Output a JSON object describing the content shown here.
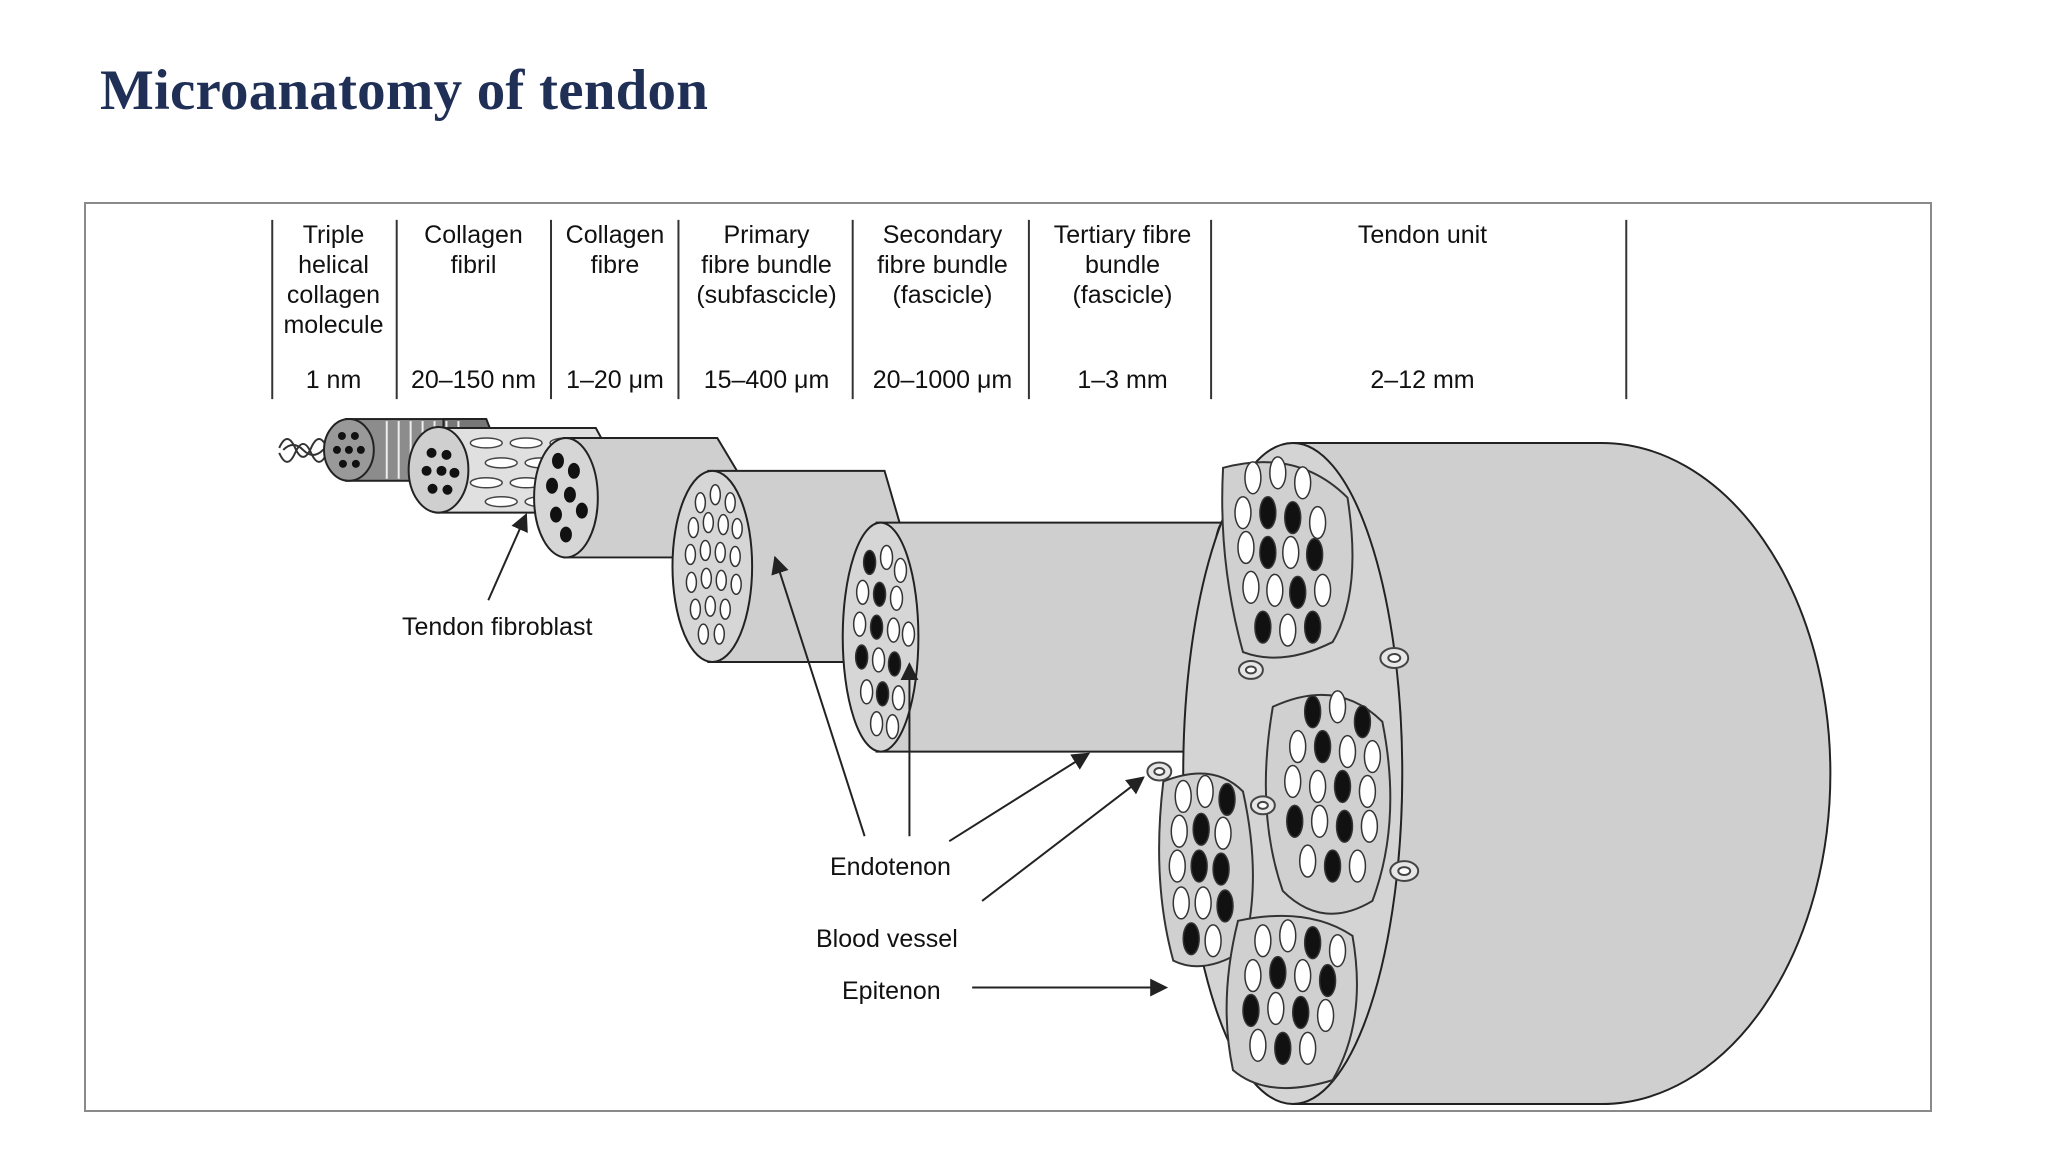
{
  "title": "Microanatomy of tendon",
  "levels": [
    {
      "name": "Triple\nhelical\ncollagen\nmolecule",
      "size": "1 nm"
    },
    {
      "name": "Collagen\nfibril",
      "size": "20–150 nm"
    },
    {
      "name": "Collagen\nfibre",
      "size": "1–20 μm"
    },
    {
      "name": "Primary\nfibre bundle\n(subfascicle)",
      "size": "15–400 μm"
    },
    {
      "name": "Secondary\nfibre bundle\n(fascicle)",
      "size": "20–1000 μm"
    },
    {
      "name": "Tertiary fibre\nbundle\n(fascicle)",
      "size": "1–3 mm"
    },
    {
      "name": "Tendon unit",
      "size": "2–12 mm"
    }
  ],
  "callouts": {
    "fibroblast": "Tendon fibroblast",
    "endotenon": "Endotenon",
    "blood_vessel": "Blood vessel",
    "epitenon": "Epitenon"
  },
  "colors": {
    "title": "#1f2f55",
    "body_fill": "#d4d4d4",
    "line": "#222222"
  }
}
